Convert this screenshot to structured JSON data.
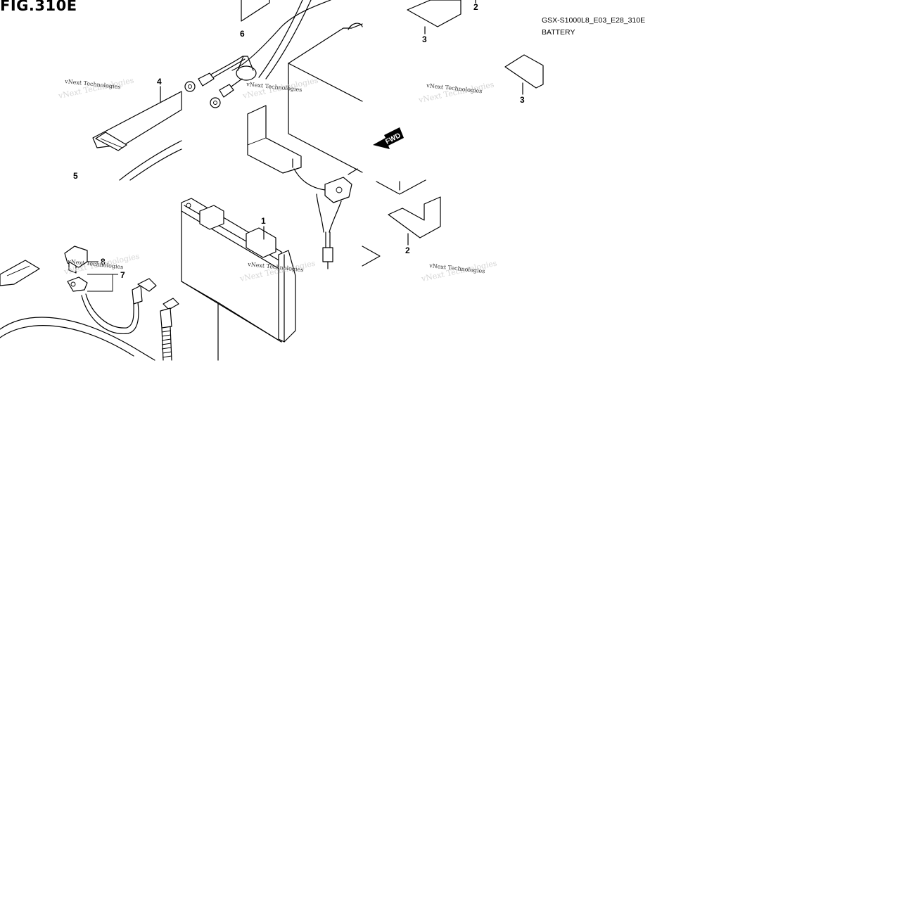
{
  "figure": {
    "title": "FIG.310E",
    "model_code": "GSX-S1000L8_E03_E28_310E",
    "section_name": "BATTERY"
  },
  "callouts": [
    "1",
    "2",
    "2",
    "3",
    "3",
    "4",
    "5",
    "6",
    "7",
    "8"
  ],
  "watermark": "vNext Technologies",
  "direction_arrow": {
    "label": "FWD",
    "icon": "forward-arrow-icon"
  }
}
